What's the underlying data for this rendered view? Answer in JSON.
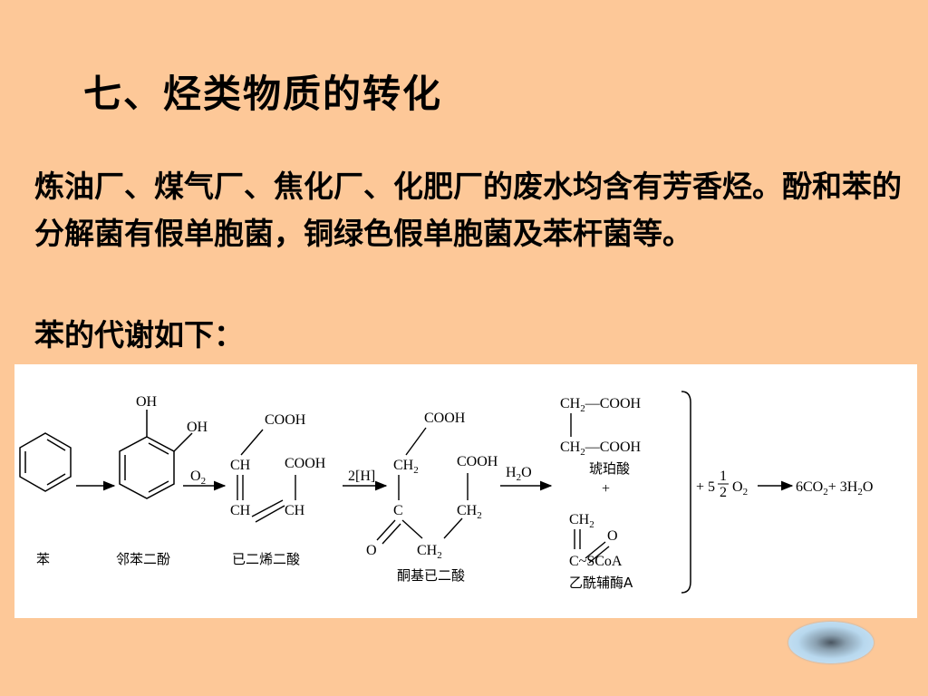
{
  "title": "七、烃类物质的转化",
  "paragraph1": "炼油厂、煤气厂、焦化厂、化肥厂的废水均含有芳香烃。酚和苯的分解菌有假单胞菌，铜绿色假单胞菌及苯杆菌等。",
  "paragraph2": "苯的代谢如下：",
  "diagram": {
    "compounds": {
      "benzene": "苯",
      "catechol": "邻苯二酚",
      "muconic": "已二烯二酸",
      "ketoadipic": "酮基已二酸",
      "succinic": "琥珀酸",
      "acetylcoa": "乙酰辅酶A"
    },
    "groups": {
      "oh": "OH",
      "cooh": "COOH",
      "ch": "CH",
      "ch2": "CH",
      "c": "C",
      "o": "O",
      "scoa": "C~SCoA",
      "dash_cooh": "—COOH",
      "plus": "+"
    },
    "reagents": {
      "o2": "O",
      "h2": "2[H]",
      "h2o_h": "H",
      "h2o_o": "O"
    },
    "subscript2": "2",
    "final": {
      "prefix": "+ 5",
      "frac_num": "1",
      "frac_den": "2",
      "o2": "O",
      "co2": "6CO",
      "plus_h2o": "+ 3H",
      "o": "O"
    }
  }
}
